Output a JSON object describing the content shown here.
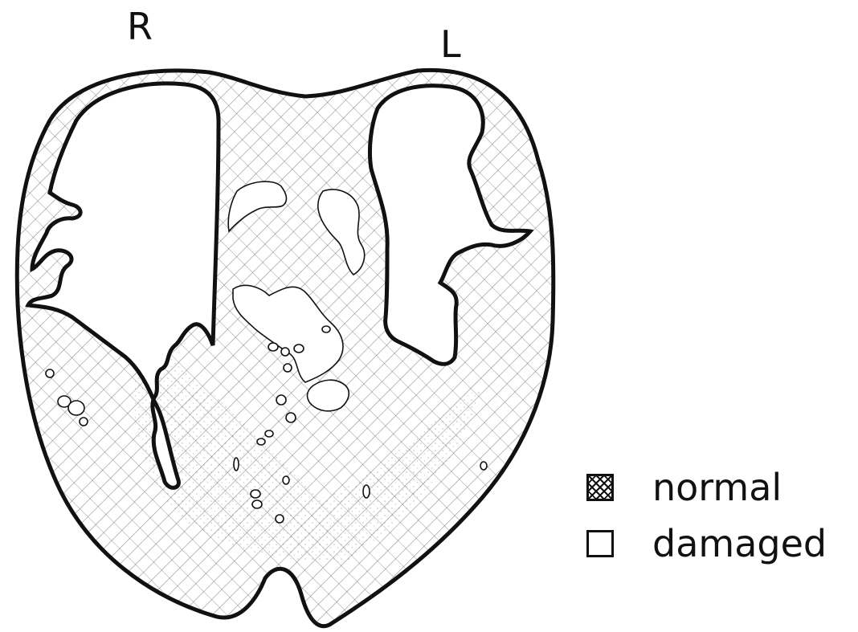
{
  "labels": {
    "right": "R",
    "left": "L"
  },
  "legend": {
    "normal": "normal",
    "damaged": "damaged"
  }
}
